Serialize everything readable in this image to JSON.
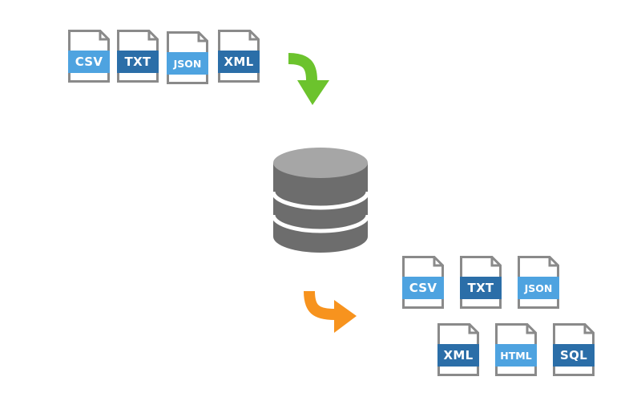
{
  "input_files": [
    {
      "label": "CSV",
      "color": "#4ea3e0"
    },
    {
      "label": "TXT",
      "color": "#2b6ea8"
    },
    {
      "label": "JSON",
      "color": "#4ea3e0"
    },
    {
      "label": "XML",
      "color": "#2b6ea8"
    }
  ],
  "output_files": [
    {
      "label": "CSV",
      "color": "#4ea3e0"
    },
    {
      "label": "TXT",
      "color": "#2b6ea8"
    },
    {
      "label": "JSON",
      "color": "#4ea3e0"
    },
    {
      "label": "XML",
      "color": "#2b6ea8"
    },
    {
      "label": "HTML",
      "color": "#4ea3e0"
    },
    {
      "label": "SQL",
      "color": "#2b6ea8"
    }
  ],
  "icons": {
    "database": "database-icon",
    "import_arrow": "curved-arrow-down-icon",
    "export_arrow": "curved-arrow-right-icon"
  },
  "colors": {
    "file_outline": "#8a8a8a",
    "database": "#6d6d6d",
    "database_top": "#a6a6a6",
    "import_arrow": "#6cc32d",
    "export_arrow": "#f7931e"
  }
}
